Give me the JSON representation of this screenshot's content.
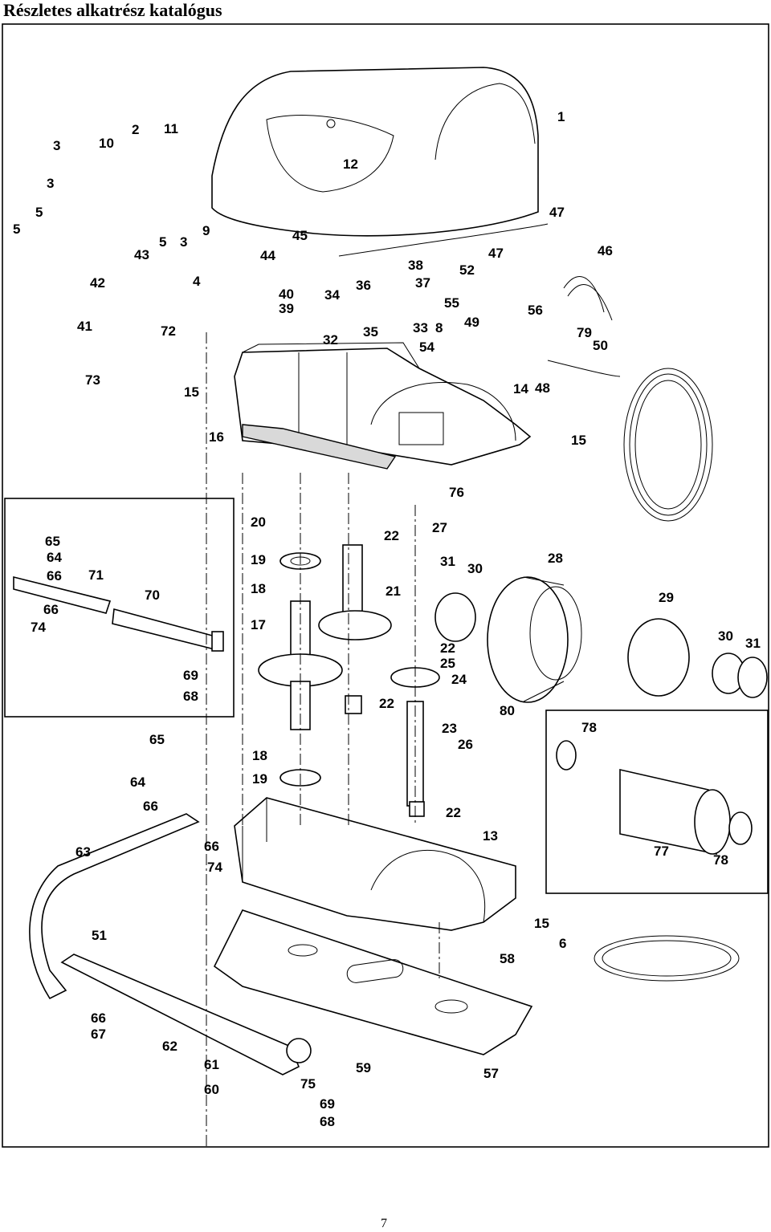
{
  "page": {
    "title": "Részletes alkatrész katalógus",
    "page_number": "7"
  },
  "callouts": {
    "c1": "1",
    "c2": "2",
    "c3a": "3",
    "c3b": "3",
    "c3c": "3",
    "c4": "4",
    "c5a": "5",
    "c5b": "5",
    "c5c": "5",
    "c6": "6",
    "c8": "8",
    "c9": "9",
    "c10": "10",
    "c11": "11",
    "c12": "12",
    "c13": "13",
    "c14": "14",
    "c15a": "15",
    "c15b": "15",
    "c15c": "15",
    "c16": "16",
    "c17": "17",
    "c18a": "18",
    "c18b": "18",
    "c19a": "19",
    "c19b": "19",
    "c20": "20",
    "c21": "21",
    "c22a": "22",
    "c22b": "22",
    "c22c": "22",
    "c22d": "22",
    "c23": "23",
    "c24": "24",
    "c25": "25",
    "c26": "26",
    "c27": "27",
    "c28": "28",
    "c29": "29",
    "c30a": "30",
    "c30b": "30",
    "c31a": "31",
    "c31b": "31",
    "c32": "32",
    "c33": "33",
    "c34": "34",
    "c35": "35",
    "c36": "36",
    "c37": "37",
    "c38": "38",
    "c39": "39",
    "c40": "40",
    "c41": "41",
    "c42": "42",
    "c43": "43",
    "c44": "44",
    "c45": "45",
    "c46": "46",
    "c47a": "47",
    "c47b": "47",
    "c48": "48",
    "c49": "49",
    "c50": "50",
    "c51": "51",
    "c52": "52",
    "c54": "54",
    "c55": "55",
    "c56": "56",
    "c57": "57",
    "c58": "58",
    "c59": "59",
    "c60": "60",
    "c61": "61",
    "c62": "62",
    "c63": "63",
    "c64a": "64",
    "c64b": "64",
    "c65a": "65",
    "c65b": "65",
    "c66a": "66",
    "c66b": "66",
    "c66c": "66",
    "c66d": "66",
    "c66e": "66",
    "c67": "67",
    "c68a": "68",
    "c68b": "68",
    "c69a": "69",
    "c69b": "69",
    "c70": "70",
    "c71": "71",
    "c72": "72",
    "c73": "73",
    "c74a": "74",
    "c74b": "74",
    "c75": "75",
    "c76": "76",
    "c77": "77",
    "c78a": "78",
    "c78b": "78",
    "c79": "79",
    "c80": "80"
  }
}
